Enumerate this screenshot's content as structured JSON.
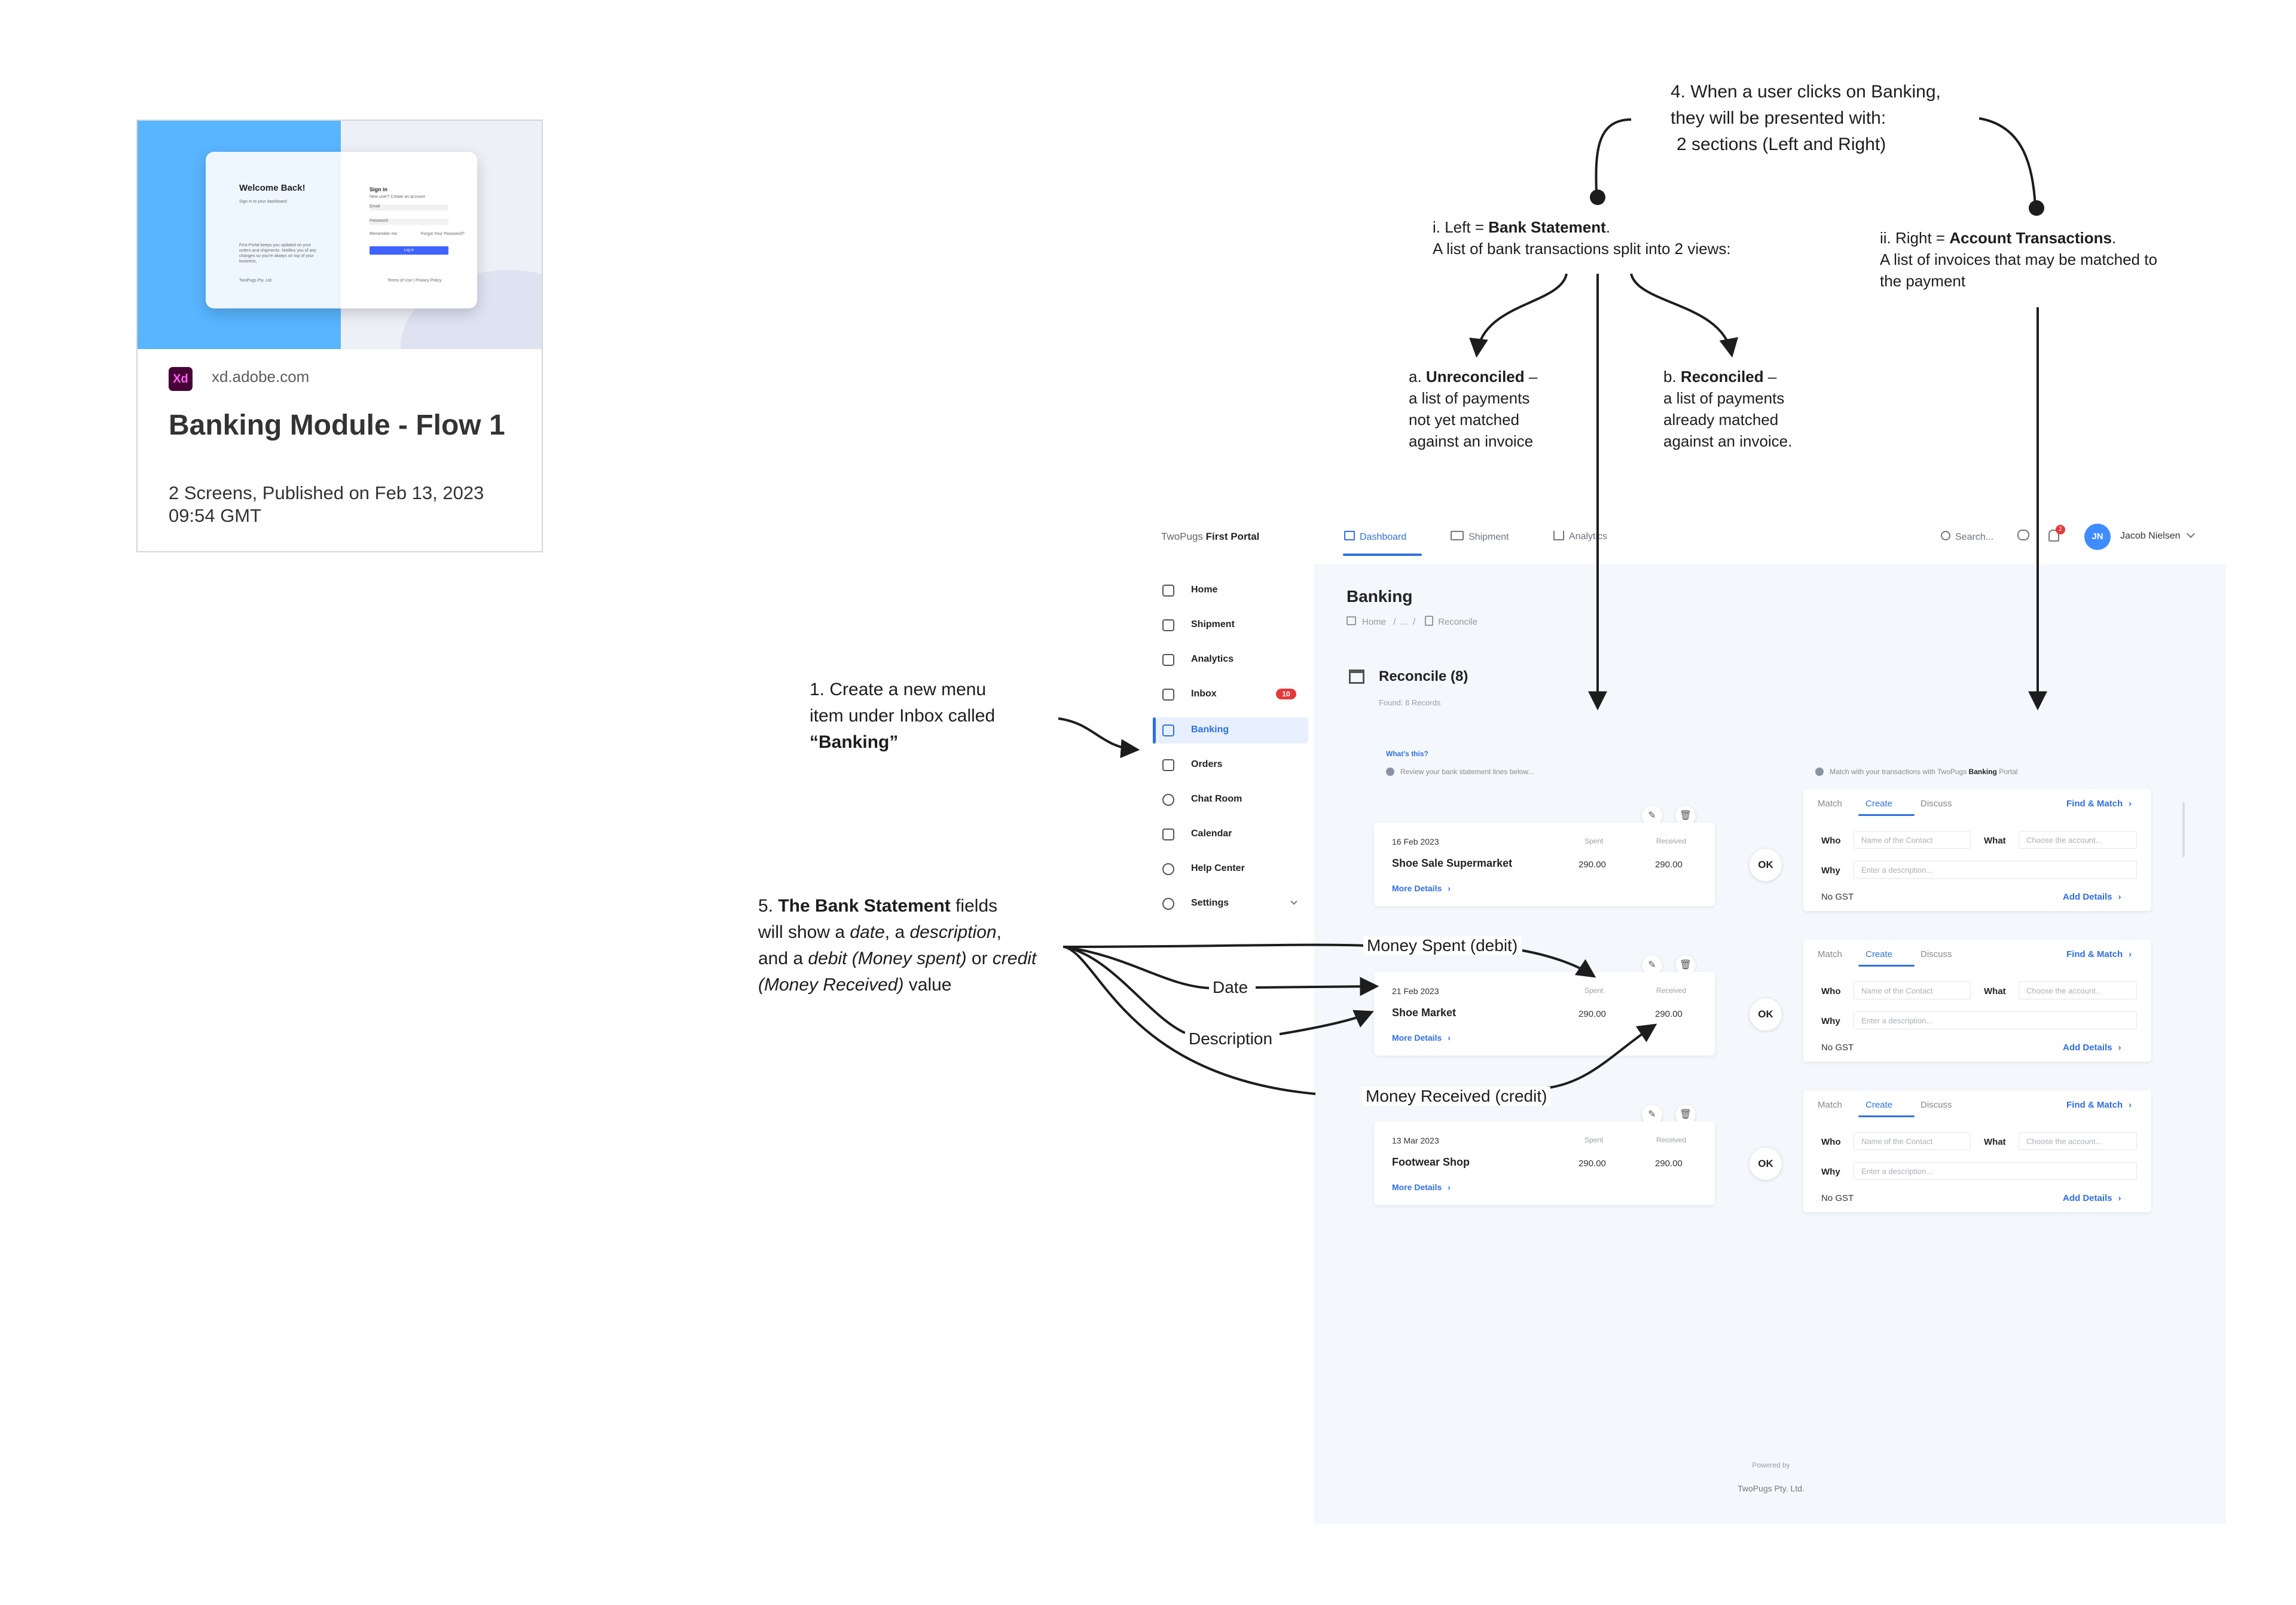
{
  "xd_card": {
    "thumb": {
      "welcome_title": "Welcome Back!",
      "welcome_sub": "Sign in to your dashboard",
      "welcome_body": "First Portal keeps you updated on your orders and shipments. Notifies you of any changes so you're always on top of your business.",
      "welcome_footer": "TwoPugs Pty. Ltd.",
      "signin_title": "Sign in",
      "signin_sub": "New user? Create an account",
      "email_placeholder": "Email",
      "password_placeholder": "Password",
      "remember_label": "Remember me",
      "forgot_label": "Forgot Your Password?",
      "signin_button": "Log in",
      "signin_footer": "Terms of Use | Privacy Policy"
    },
    "app_icon": "Xd",
    "url": "xd.adobe.com",
    "title": "Banking Module - Flow 1",
    "subtitle": "2 Screens, Published on Feb 13, 2023 09:54 GMT"
  },
  "annotations": {
    "note4": {
      "lines": [
        "4. When a user clicks on Banking,",
        "they will be presented with:",
        "2 sections (Left and Right)"
      ]
    },
    "left_section": {
      "prefix": "i. Left = ",
      "bold": "Bank Statement",
      "suffix": ".",
      "line2": "A list of bank transactions split into 2 views:"
    },
    "right_section": {
      "prefix": "ii. Right = ",
      "bold": "Account Transactions",
      "suffix": ".",
      "line2": "A list of invoices that may be matched to",
      "line3": "the payment"
    },
    "unreconciled": {
      "prefix": "a. ",
      "bold": "Unreconciled",
      "suffix": " –",
      "lines": [
        "a list of payments",
        "not yet matched",
        "against an invoice"
      ]
    },
    "reconciled": {
      "prefix": "b. ",
      "bold": "Reconciled",
      "suffix": " –",
      "lines": [
        "a list of payments",
        "already matched",
        "against an invoice."
      ]
    },
    "note1": {
      "lines": [
        "1. Create a new menu",
        "item under Inbox called"
      ],
      "bold": "“Banking”"
    },
    "note5": {
      "prefix": "5. ",
      "bold": "The Bank Statement",
      "line1_suffix": " fields",
      "line2_a": "will show a ",
      "line2_i1": "date",
      "line2_b": ", a ",
      "line2_i2": "description",
      "line2_c": ",",
      "line3_a": "and a ",
      "line3_i1": "debit (Money spent)",
      "line3_b": " or ",
      "line3_i2": "credit",
      "line4_i": "(Money Received)",
      "line4_b": " value"
    },
    "labels": {
      "money_spent": "Money Spent (debit)",
      "date": "Date",
      "description": "Description",
      "money_received": "Money Received (credit)"
    }
  },
  "ui": {
    "brand_light": "TwoPugs ",
    "brand_bold": "First Portal",
    "tabs": [
      {
        "label": "Dashboard",
        "icon": "home-icon",
        "active": true
      },
      {
        "label": "Shipment",
        "icon": "truck-icon",
        "active": false
      },
      {
        "label": "Analytics",
        "icon": "chart-icon",
        "active": false
      }
    ],
    "search_label": "Search...",
    "notification_count": "2",
    "user": {
      "initials": "JN",
      "name": "Jacob Nielsen"
    },
    "sidebar": [
      {
        "label": "Home",
        "icon": "home-icon"
      },
      {
        "label": "Shipment",
        "icon": "truck-icon"
      },
      {
        "label": "Analytics",
        "icon": "chart-icon"
      },
      {
        "label": "Inbox",
        "icon": "mail-icon",
        "badge": "10"
      },
      {
        "label": "Banking",
        "icon": "document-icon",
        "active": true
      },
      {
        "label": "Orders",
        "icon": "orders-icon"
      },
      {
        "label": "Chat Room",
        "icon": "chat-icon"
      },
      {
        "label": "Calendar",
        "icon": "calendar-icon"
      },
      {
        "label": "Help Center",
        "icon": "help-icon"
      },
      {
        "label": "Settings",
        "icon": "gear-icon"
      }
    ],
    "page_title": "Banking",
    "breadcrumb": [
      "Home",
      "/",
      "...",
      "/",
      "Reconcile"
    ],
    "section_title": "Reconcile (8)",
    "section_sub": "Found: 8 Records",
    "whats_this": "What's this?",
    "left_hint": "Review your bank statement lines below...",
    "right_hint_a": "Match with your transactions with TwoPugs ",
    "right_hint_bold": "Banking",
    "right_hint_b": " Portal",
    "spent_header": "Spent",
    "received_header": "Received",
    "more_details": "More Details",
    "ok_label": "OK",
    "match_tabs": [
      "Match",
      "Create",
      "Discuss"
    ],
    "find_match": "Find & Match",
    "who_label": "Who",
    "what_label": "What",
    "why_label": "Why",
    "who_placeholder": "Name of the Contact",
    "what_placeholder": "Choose the account...",
    "why_placeholder": "Enter a description...",
    "no_gst": "No GST",
    "add_details": "Add Details",
    "transactions": [
      {
        "date": "16 Feb 2023",
        "description": "Shoe Sale Supermarket",
        "spent": "290.00",
        "received": "290.00"
      },
      {
        "date": "21 Feb 2023",
        "description": "Shoe Market",
        "spent": "290.00",
        "received": "290.00"
      },
      {
        "date": "13 Mar 2023",
        "description": "Footwear Shop",
        "spent": "290.00",
        "received": "290.00"
      }
    ],
    "footer_line1": "Powered by",
    "footer_line2": "TwoPugs Pty. Ltd."
  },
  "colors": {
    "accent": "#2f6fe4",
    "xd_blue": "#58b5ff",
    "badge_red": "#e5393b",
    "canvas_bg": "#f4f7fb"
  }
}
